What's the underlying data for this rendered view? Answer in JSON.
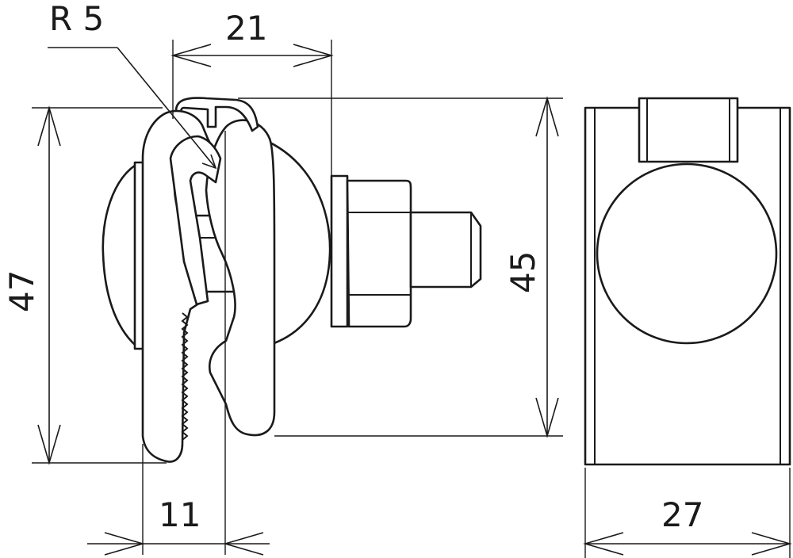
{
  "dimensions": {
    "radius_label": "R 5",
    "bolt_width_label": "21",
    "overall_height_label": "47",
    "body_height_label": "45",
    "clamp_width_label": "11",
    "side_width_label": "27"
  },
  "colors": {
    "line": "#1a1a1a",
    "background": "#ffffff"
  }
}
